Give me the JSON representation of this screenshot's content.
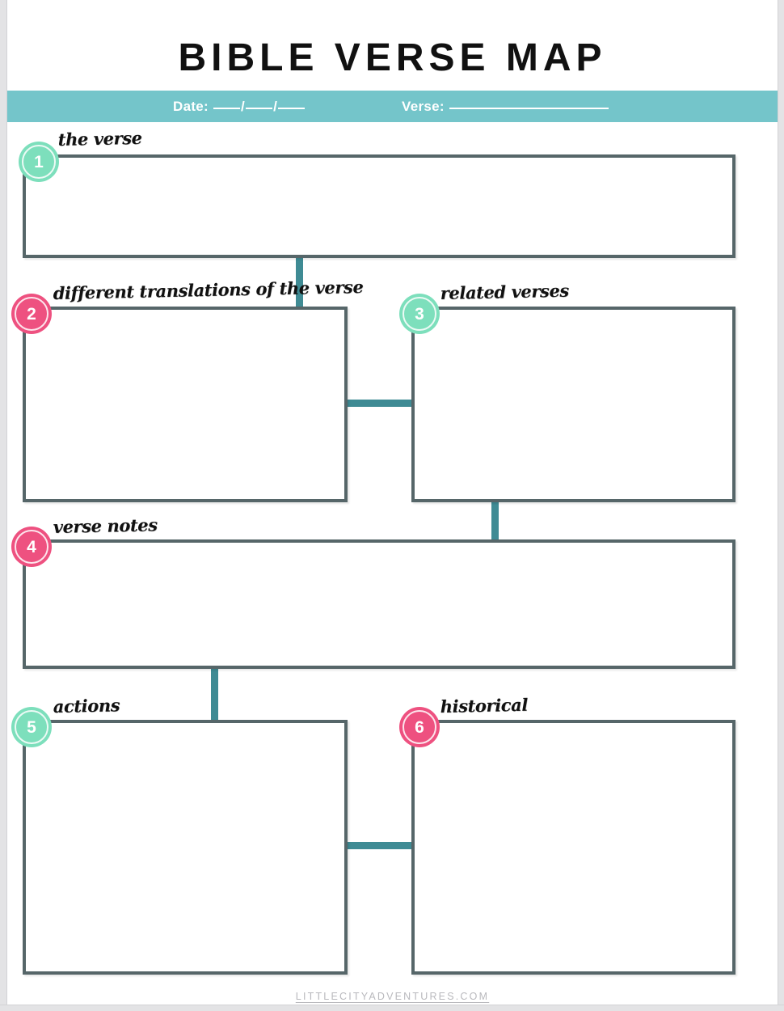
{
  "page": {
    "title": "BIBLE VERSE MAP",
    "footer": "LITTLECITYADVENTURES.COM"
  },
  "infobar": {
    "date_label": "Date:",
    "verse_label": "Verse:",
    "date_value": "",
    "verse_value": "",
    "background_color": "#74c5ca"
  },
  "colors": {
    "mint": "#7ddfbc",
    "pink": "#ee5180",
    "teal_bar": "#74c5ca",
    "connector": "#3f8b94",
    "box_border": "#566669",
    "footer_text": "#b9b9bd"
  },
  "sections": [
    {
      "number": "1",
      "label": "the verse",
      "badge_color": "mint",
      "value": ""
    },
    {
      "number": "2",
      "label": "different translations of the verse",
      "badge_color": "pink",
      "value": ""
    },
    {
      "number": "3",
      "label": "related verses",
      "badge_color": "mint",
      "value": ""
    },
    {
      "number": "4",
      "label": "verse notes",
      "badge_color": "pink",
      "value": ""
    },
    {
      "number": "5",
      "label": "actions",
      "badge_color": "mint",
      "value": ""
    },
    {
      "number": "6",
      "label": "historical",
      "badge_color": "pink",
      "value": ""
    }
  ]
}
